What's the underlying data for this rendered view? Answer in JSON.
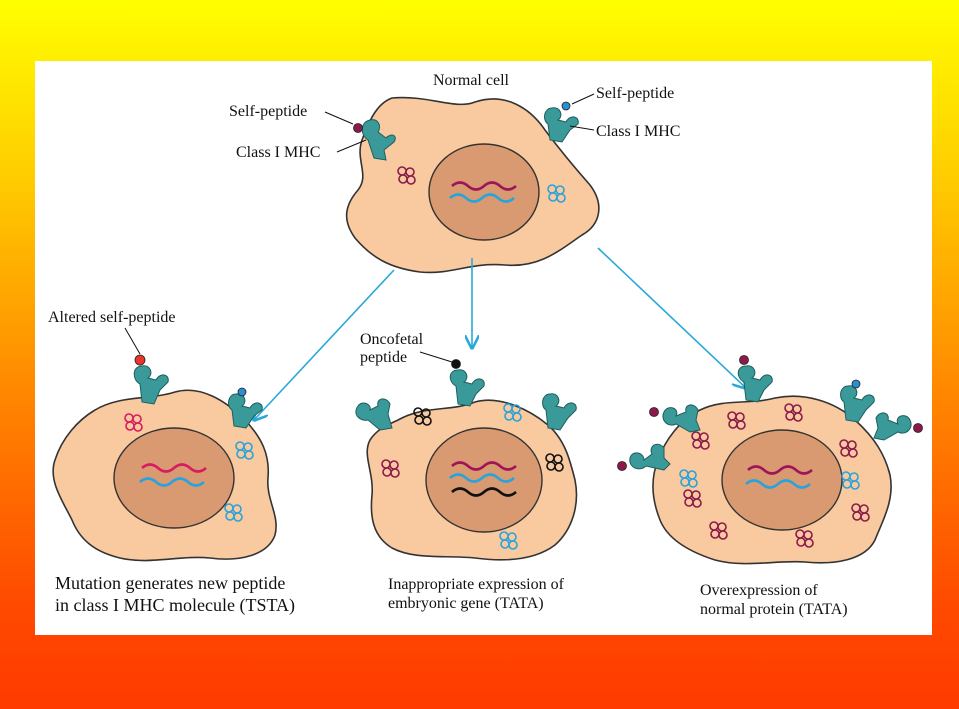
{
  "labels": {
    "normal_cell": "Normal cell",
    "self_peptide": "Self-peptide",
    "class_mhc": "Class I MHC",
    "altered_self_peptide": "Altered self-peptide",
    "oncofetal_line1": "Oncofetal",
    "oncofetal_line2": "peptide"
  },
  "captions": {
    "left": [
      "Mutation generates new peptide",
      "in class I MHC molecule (TSTA)"
    ],
    "middle": [
      "Inappropriate expression of",
      "embryonic gene (TATA)"
    ],
    "right": [
      "Overexpression of",
      "normal protein (TATA)"
    ]
  },
  "colors": {
    "cytoplasm": "#f9c9a0",
    "membrane": "#333333",
    "nucleus": "#d99a72",
    "mhc": "#3a9a9a",
    "arrow": "#2aa9d8",
    "self_peptide_magenta": "#8b1a4a",
    "self_peptide_blue": "#2a8fd0",
    "altered_peptide_red": "#e8342c",
    "oncofetal_black": "#111111",
    "protein_maroon": "#8b1a4a",
    "protein_pink": "#d81b60",
    "protein_blue": "#29a3d9",
    "dna_magenta": "#a0145a",
    "dna_blue": "#29a3d9",
    "dna_black": "#111111"
  }
}
